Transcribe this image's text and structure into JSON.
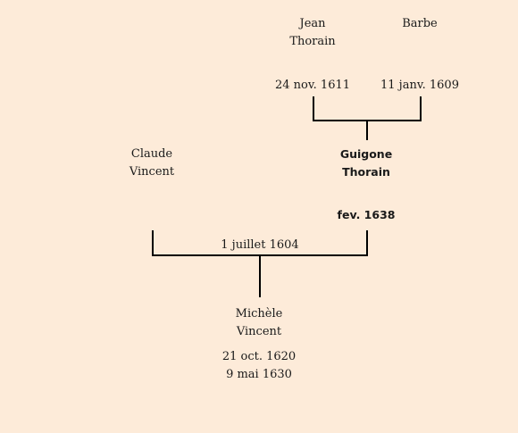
{
  "father_of_guigone": {
    "given": "Jean",
    "surname": "Thorain",
    "date": "24 nov. 1611"
  },
  "mother_of_guigone": {
    "given": "Barbe",
    "date": "11 janv. 1609"
  },
  "husband": {
    "given": "Claude",
    "surname": "Vincent"
  },
  "wife": {
    "given": "Guigone",
    "surname": "Thorain",
    "date": "fev. 1638"
  },
  "marriage": {
    "date": "1 juillet 1604"
  },
  "child": {
    "given": "Michèle",
    "surname": "Vincent",
    "date_1": "21 oct. 1620",
    "date_2": "9 mai 1630"
  }
}
